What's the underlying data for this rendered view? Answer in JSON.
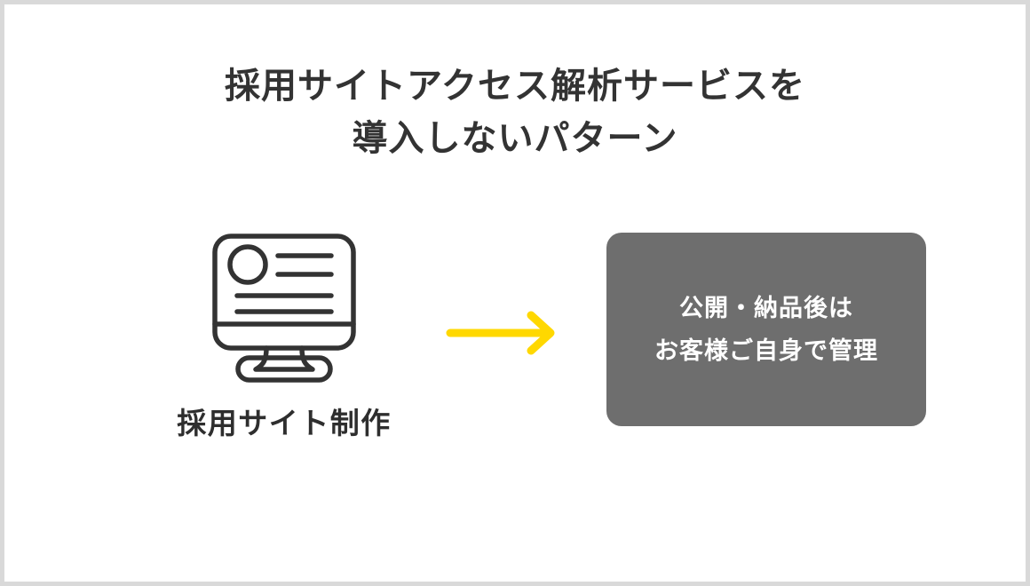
{
  "slide": {
    "title_lines": [
      "採用サイトアクセス解析サービスを",
      "導入しないパターン"
    ],
    "source": {
      "icon": "desktop-monitor-icon",
      "label": "採用サイト制作"
    },
    "arrow": {
      "icon": "right-arrow-icon",
      "direction": "right"
    },
    "result": {
      "lines": [
        "公開・納品後は",
        "お客様ご自身で管理"
      ]
    },
    "colors": {
      "frame": "#d9d9d9",
      "canvas": "#ffffff",
      "title_text": "#333333",
      "icon_stroke": "#333333",
      "arrow": "#ffd800",
      "result_box": "#6e6e6e",
      "result_text": "#ffffff"
    }
  }
}
